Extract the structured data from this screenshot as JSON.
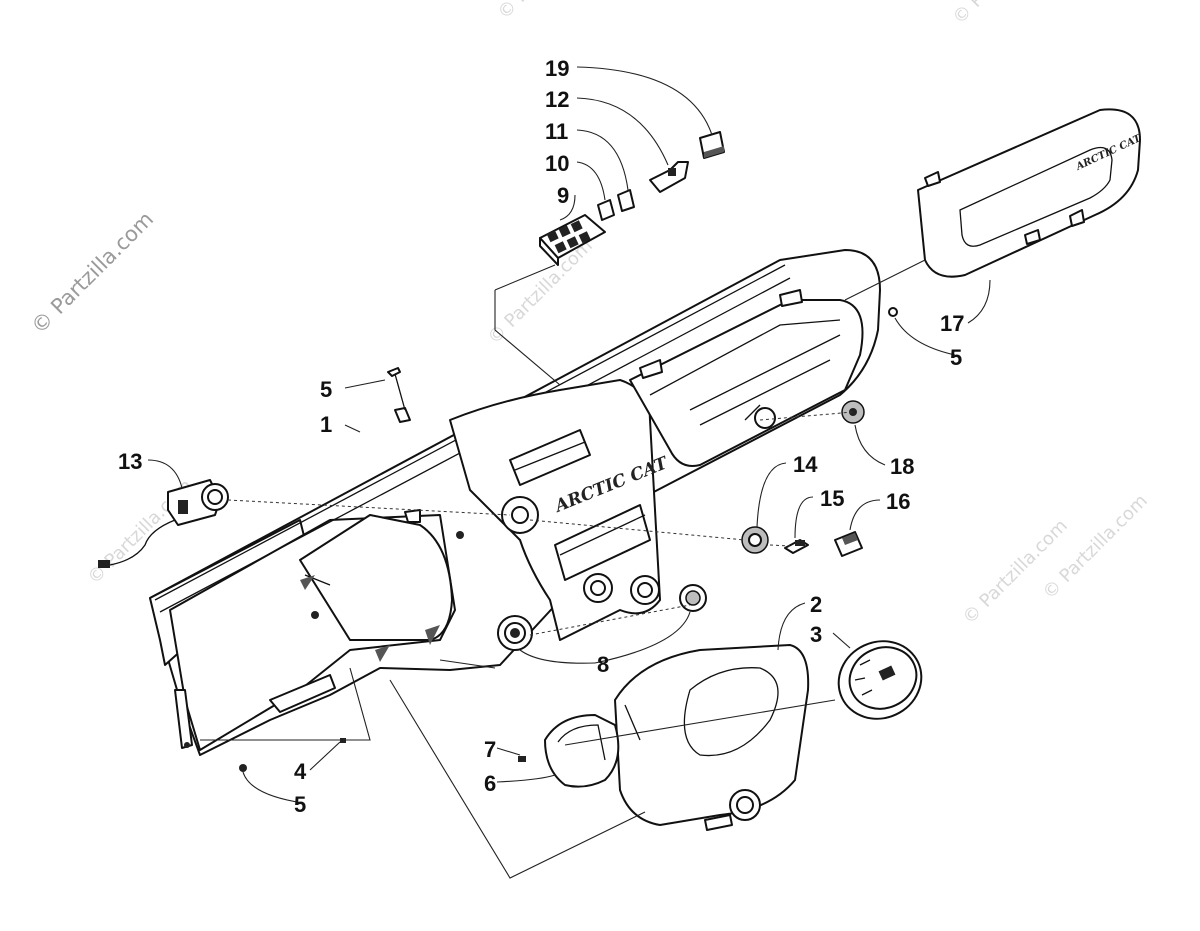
{
  "watermark": {
    "main": "© Partzilla.com",
    "faint": "© Partzilla.com"
  },
  "logos": {
    "dashboard": "ARCTIC CAT",
    "cover": "ARCTIC CAT"
  },
  "callouts": [
    {
      "id": "19",
      "label": "19"
    },
    {
      "id": "12",
      "label": "12"
    },
    {
      "id": "11",
      "label": "11"
    },
    {
      "id": "10",
      "label": "10"
    },
    {
      "id": "9",
      "label": "9"
    },
    {
      "id": "17",
      "label": "17"
    },
    {
      "id": "5a",
      "label": "5"
    },
    {
      "id": "5b",
      "label": "5"
    },
    {
      "id": "1",
      "label": "1"
    },
    {
      "id": "18",
      "label": "18"
    },
    {
      "id": "13",
      "label": "13"
    },
    {
      "id": "14",
      "label": "14"
    },
    {
      "id": "15",
      "label": "15"
    },
    {
      "id": "16",
      "label": "16"
    },
    {
      "id": "2",
      "label": "2"
    },
    {
      "id": "3",
      "label": "3"
    },
    {
      "id": "8",
      "label": "8"
    },
    {
      "id": "7",
      "label": "7"
    },
    {
      "id": "6",
      "label": "6"
    },
    {
      "id": "4",
      "label": "4"
    },
    {
      "id": "5c",
      "label": "5"
    }
  ]
}
